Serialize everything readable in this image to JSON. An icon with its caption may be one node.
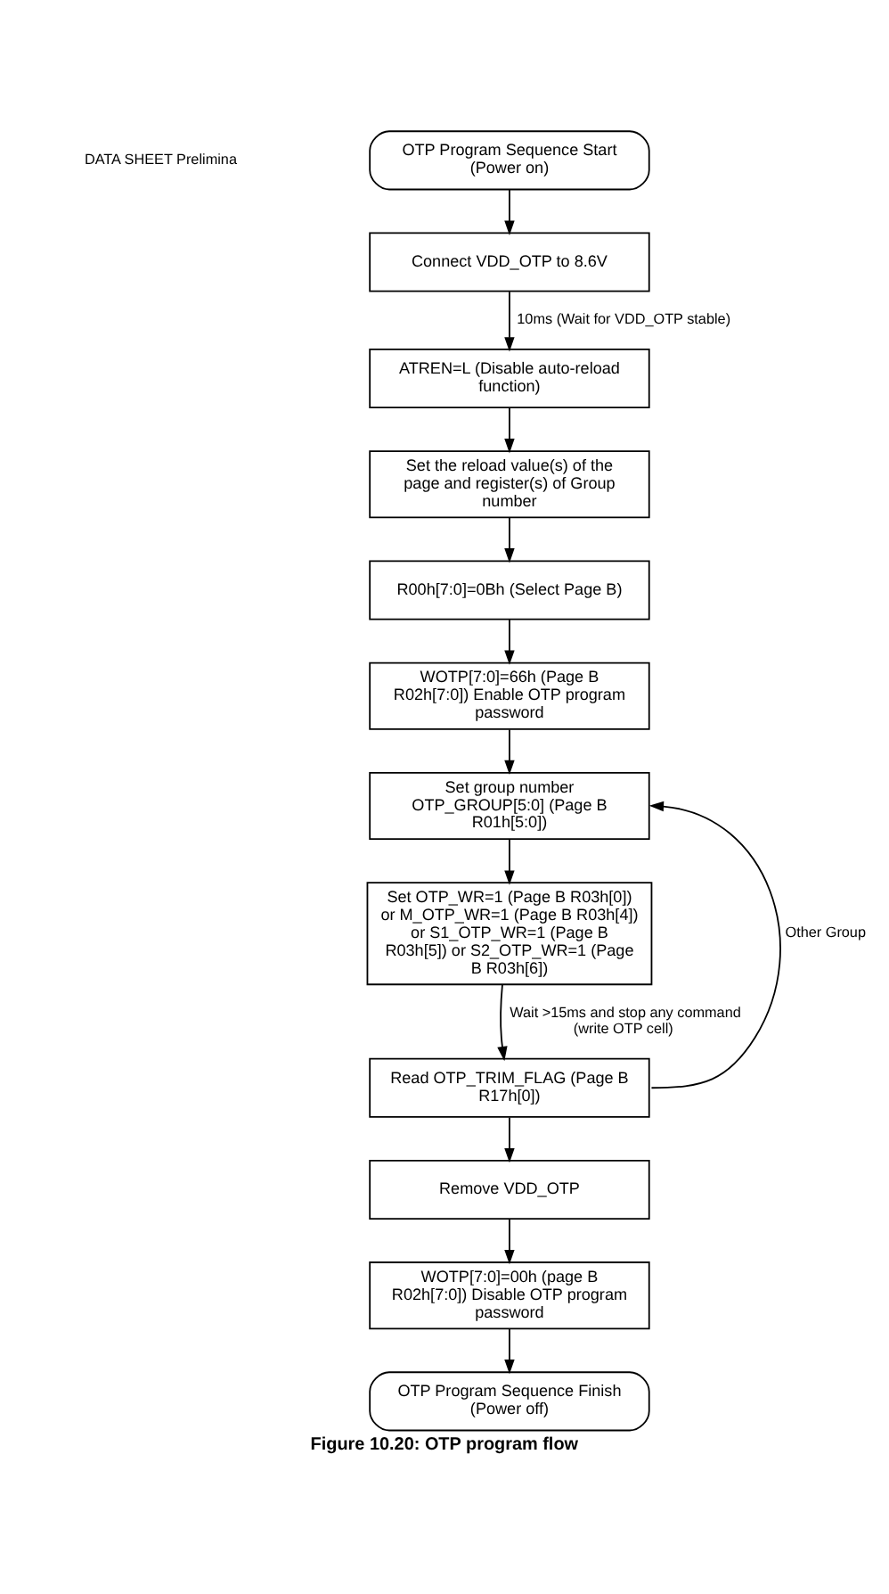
{
  "diagram": {
    "caption": "Figure 10.20: OTP program flow",
    "nodes": [
      {
        "text": [
          "OTP Program Sequence Start (Power on)"
        ]
      },
      {
        "text": [
          "Connect VDD_OTP to 8.6V"
        ]
      },
      {
        "text": [
          "ATREN=L (Disable auto-reload function)"
        ]
      },
      {
        "text": [
          "Set the reload value(s) of the page and register(s) of Group number"
        ]
      },
      {
        "text": [
          "R00h[7:0]=0Bh (Select Page B)"
        ]
      },
      {
        "text": [
          "WOTP[7:0]=66h (Page B R02h[7:0]) Enable OTP program password"
        ]
      },
      {
        "text": [
          "Set group number OTP_GROUP[5:0] (Page B R01h[5:0])"
        ]
      },
      {
        "text": [
          "Set OTP_WR=1 (Page B R03h[0]) or M_OTP_WR=1 (Page B R03h[4]) or S1_OTP_WR=1 (Page B R03h[5]) or S2_OTP_WR=1 (Page B R03h[6])"
        ]
      },
      {
        "text": [
          "Read OTP_TRIM_FLAG (Page B R17h[0])"
        ]
      },
      {
        "text": [
          "Remove VDD_OTP"
        ]
      },
      {
        "text": [
          "WOTP[7:0]=00h (page B R02h[7:0]) Disable OTP program password"
        ]
      },
      {
        "text": [
          "OTP Program Sequence Finish (Power off)"
        ]
      }
    ],
    "edges": [
      {
        "from": 0,
        "to": 1,
        "arrow": "to"
      },
      {
        "from": 1,
        "to": 2,
        "arrow": "to",
        "label": "10ms (Wait for VDD_OTP stable)"
      },
      {
        "from": 2,
        "to": 3,
        "arrow": "to"
      },
      {
        "from": 3,
        "to": 4,
        "arrow": "to"
      },
      {
        "from": 4,
        "to": 5,
        "arrow": "to"
      },
      {
        "from": 5,
        "to": 6,
        "arrow": "to"
      },
      {
        "from": 6,
        "to": 7,
        "arrow": "to"
      },
      {
        "from": 7,
        "to": 8,
        "arrow": "to",
        "label": "Wait >15ms and stop any command (write OTP cell)"
      },
      {
        "from": 8,
        "to": 9,
        "arrow": "to"
      },
      {
        "from": 9,
        "to": 10,
        "arrow": "to"
      },
      {
        "from": 10,
        "to": 11,
        "arrow": "to"
      },
      {
        "from": 8,
        "to": 6,
        "arrow": "to",
        "label": "Other Group"
      }
    ],
    "labels": [
      "DATA SHEET Prelimina"
    ]
  }
}
